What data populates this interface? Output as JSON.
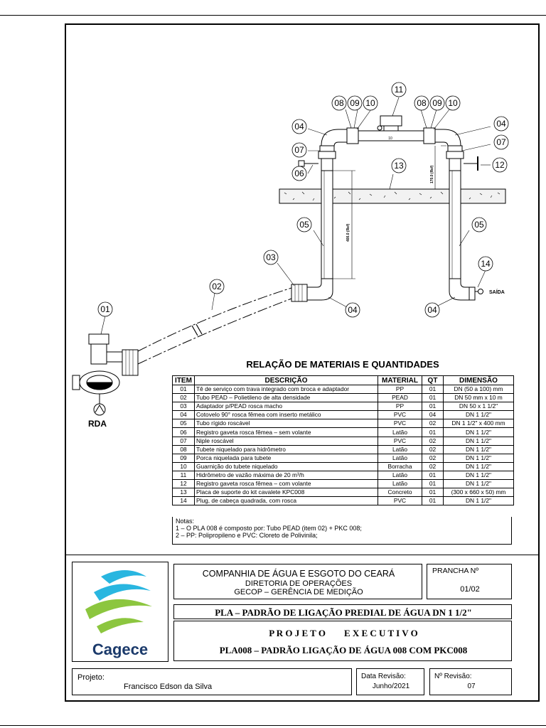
{
  "callouts": {
    "c01": "01",
    "c02": "02",
    "c03": "03",
    "c04": "04",
    "c05": "05",
    "c06": "06",
    "c07": "07",
    "c08": "08",
    "c09": "09",
    "c10": "10",
    "c11": "11",
    "c12": "12",
    "c13": "13",
    "c14": "14"
  },
  "drawing": {
    "rda": "RDA",
    "saida": "SAÍDA",
    "dim_400": "400.0 (Ref)",
    "dim_170": "170.0 (Ref)",
    "meter_label": "10"
  },
  "materials": {
    "title": "RELAÇÃO DE MATERIAIS E QUANTIDADES",
    "headers": [
      "ITEM",
      "DESCRIÇÃO",
      "MATERIAL",
      "QT",
      "DIMENSÃO"
    ],
    "rows": [
      [
        "01",
        "Tê de serviço com trava integrado com broca e adaptador",
        "PP",
        "01",
        "DN (50 a 100) mm"
      ],
      [
        "02",
        "Tubo PEAD – Polietileno de alta densidade",
        "PEAD",
        "01",
        "DN 50 mm x 10 m"
      ],
      [
        "03",
        "Adaptador p/PEAD rosca macho",
        "PP",
        "01",
        "DN 50 x 1 1/2\""
      ],
      [
        "04",
        "Cotovelo 90° rosca fêmea com inserto metálico",
        "PVC",
        "04",
        "DN 1 1/2\""
      ],
      [
        "05",
        "Tubo rígido roscável",
        "PVC",
        "02",
        "DN 1 1/2\" x 400 mm"
      ],
      [
        "06",
        "Registro gaveta rosca fêmea – sem volante",
        "Latão",
        "01",
        "DN 1 1/2\""
      ],
      [
        "07",
        "Niple roscável",
        "PVC",
        "02",
        "DN 1 1/2\""
      ],
      [
        "08",
        "Tubete niquelado para hidrômetro",
        "Latão",
        "02",
        "DN 1 1/2\""
      ],
      [
        "09",
        "Porca niquelada para tubete",
        "Latão",
        "02",
        "DN 1 1/2\""
      ],
      [
        "10",
        "Guarnição do tubete niquelado",
        "Borracha",
        "02",
        "DN 1 1/2\""
      ],
      [
        "11",
        "Hidrômetro de vazão máxima de 20 m³/h",
        "Latão",
        "01",
        "DN 1 1/2\""
      ],
      [
        "12",
        "Registro gaveta rosca fêmea – com volante",
        "Latão",
        "01",
        "DN 1 1/2\""
      ],
      [
        "13",
        "Placa de suporte do kit cavalete KPC008",
        "Concreto",
        "01",
        "(300 x 660 x 50) mm"
      ],
      [
        "14",
        "Plug, de cabeça quadrada, com rosca",
        "PVC",
        "01",
        "DN 1 1/2\""
      ]
    ],
    "notes_title": "Notas:",
    "note1": "1 – O PLA 008  é composto por: Tubo PEAD (item 02) + PKC 008;",
    "note2": "2 – PP: Polipropileno e PVC: Cloreto de Polivinila;"
  },
  "titleblock": {
    "logo_text": "Cagece",
    "company": "COMPANHIA DE ÁGUA E ESGOTO DO CEARÁ",
    "directorate": "DIRETORIA DE OPERAÇÕES",
    "department": "GECOP – GERÊNCIA DE MEDIÇÃO",
    "sheet_label": "PRANCHA Nº",
    "sheet_value": "01/02",
    "main_title": "PLA – PADRÃO DE LIGAÇÃO PREDIAL DE ÁGUA DN 1 1/2\"",
    "project_type": "P R O J E T O        E X E C U T I V O",
    "subtitle": "PLA008 – PADRÃO LIGAÇÃO DE ÁGUA 008 COM PKC008",
    "project_label": "Projeto:",
    "project_author": "Francisco Edson da Silva",
    "revdate_label": "Data Revisão:",
    "revdate_value": "Junho/2021",
    "revno_label": "Nº Revisão:",
    "revno_value": "07"
  },
  "colors": {
    "logo_cyan": "#29b6e0",
    "logo_green": "#8cc63f",
    "logo_dark": "#1b3a6b"
  }
}
